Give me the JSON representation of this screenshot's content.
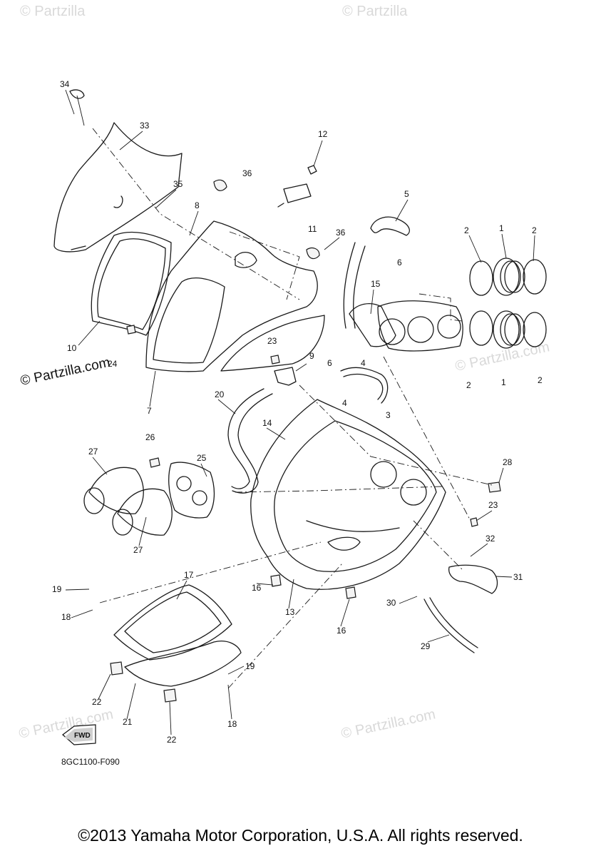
{
  "watermarks": {
    "top_left": "© Partzilla",
    "top_center": "© Partzilla",
    "left_mid": "© Partzilla.com",
    "center_mid": "© Partzilla.com",
    "bottom_left": "© Partzilla.com",
    "bottom_right": "© Partzilla.com"
  },
  "callouts": {
    "c34": "34",
    "c33": "33",
    "c12": "12",
    "c36a": "36",
    "c35": "35",
    "c8": "8",
    "c11": "11",
    "c5": "5",
    "c36b": "36",
    "c6a": "6",
    "c2a": "2",
    "c1a": "1",
    "c2b": "2",
    "c15": "15",
    "c10": "10",
    "c24": "24",
    "c7": "7",
    "c23a": "23",
    "c9": "9",
    "c6b": "6",
    "c4a": "4",
    "c4b": "4",
    "c3": "3",
    "c2c": "2",
    "c1b": "1",
    "c2d": "2",
    "c20": "20",
    "c14": "14",
    "c26": "26",
    "c27a": "27",
    "c25": "25",
    "c27b": "27",
    "c28": "28",
    "c23b": "23",
    "c32": "32",
    "c31": "31",
    "c16a": "16",
    "c13": "13",
    "c16b": "16",
    "c30": "30",
    "c29": "29",
    "c19a": "19",
    "c18a": "18",
    "c17": "17",
    "c19b": "19",
    "c22a": "22",
    "c21": "21",
    "c18b": "18",
    "c22b": "22"
  },
  "fwd_label": "FWD",
  "reference_code": "8GC1100-F090",
  "copyright": "©2013 Yamaha Motor Corporation, U.S.A. All rights reserved."
}
